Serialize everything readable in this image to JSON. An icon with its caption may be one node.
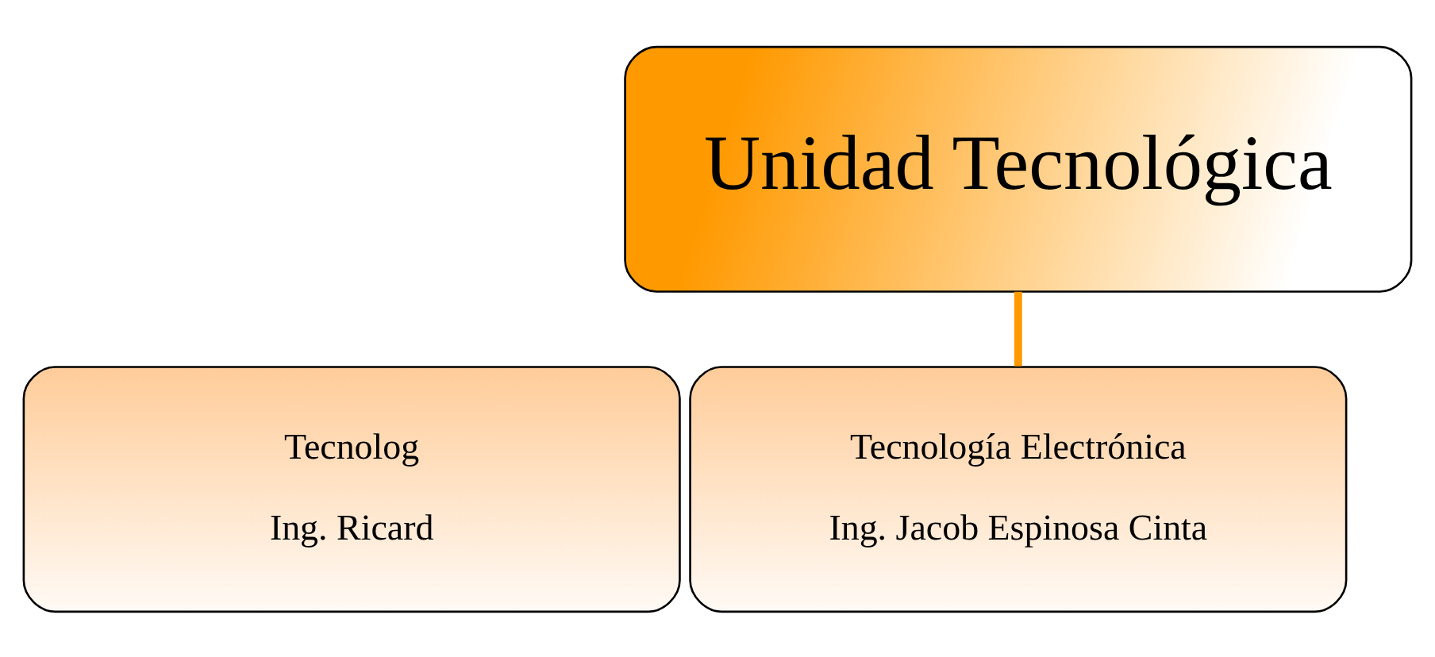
{
  "diagram": {
    "nodes": [
      {
        "text": [
          "Unidad Tecnológica"
        ]
      },
      {
        "text": [
          "Tecnolog",
          "Ing. Ricard"
        ]
      },
      {
        "text": [
          "Tecnología Electrónica",
          "Ing. Jacob Espinosa Cinta"
        ]
      }
    ],
    "edges": [
      {
        "from": 0,
        "to": 2,
        "arrow": "none",
        "color": "#ff9900"
      }
    ]
  }
}
